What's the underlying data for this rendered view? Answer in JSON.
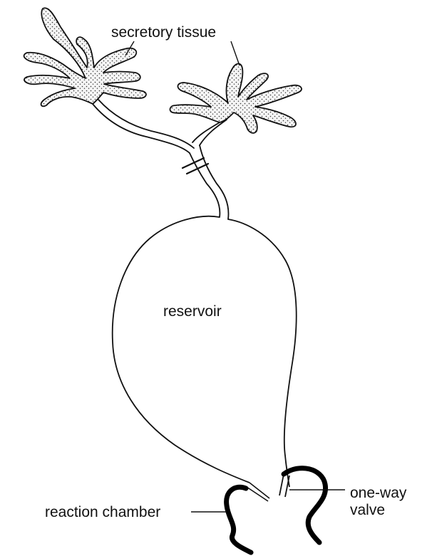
{
  "labels": {
    "secretory_tissue": "secretory tissue",
    "reservoir": "reservoir",
    "reaction_chamber": "reaction chamber",
    "one_way_valve_line1": "one-way",
    "one_way_valve_line2": "valve"
  },
  "colors": {
    "line": "#111111",
    "tissue_fill": "#ececec",
    "background": "#ffffff"
  }
}
